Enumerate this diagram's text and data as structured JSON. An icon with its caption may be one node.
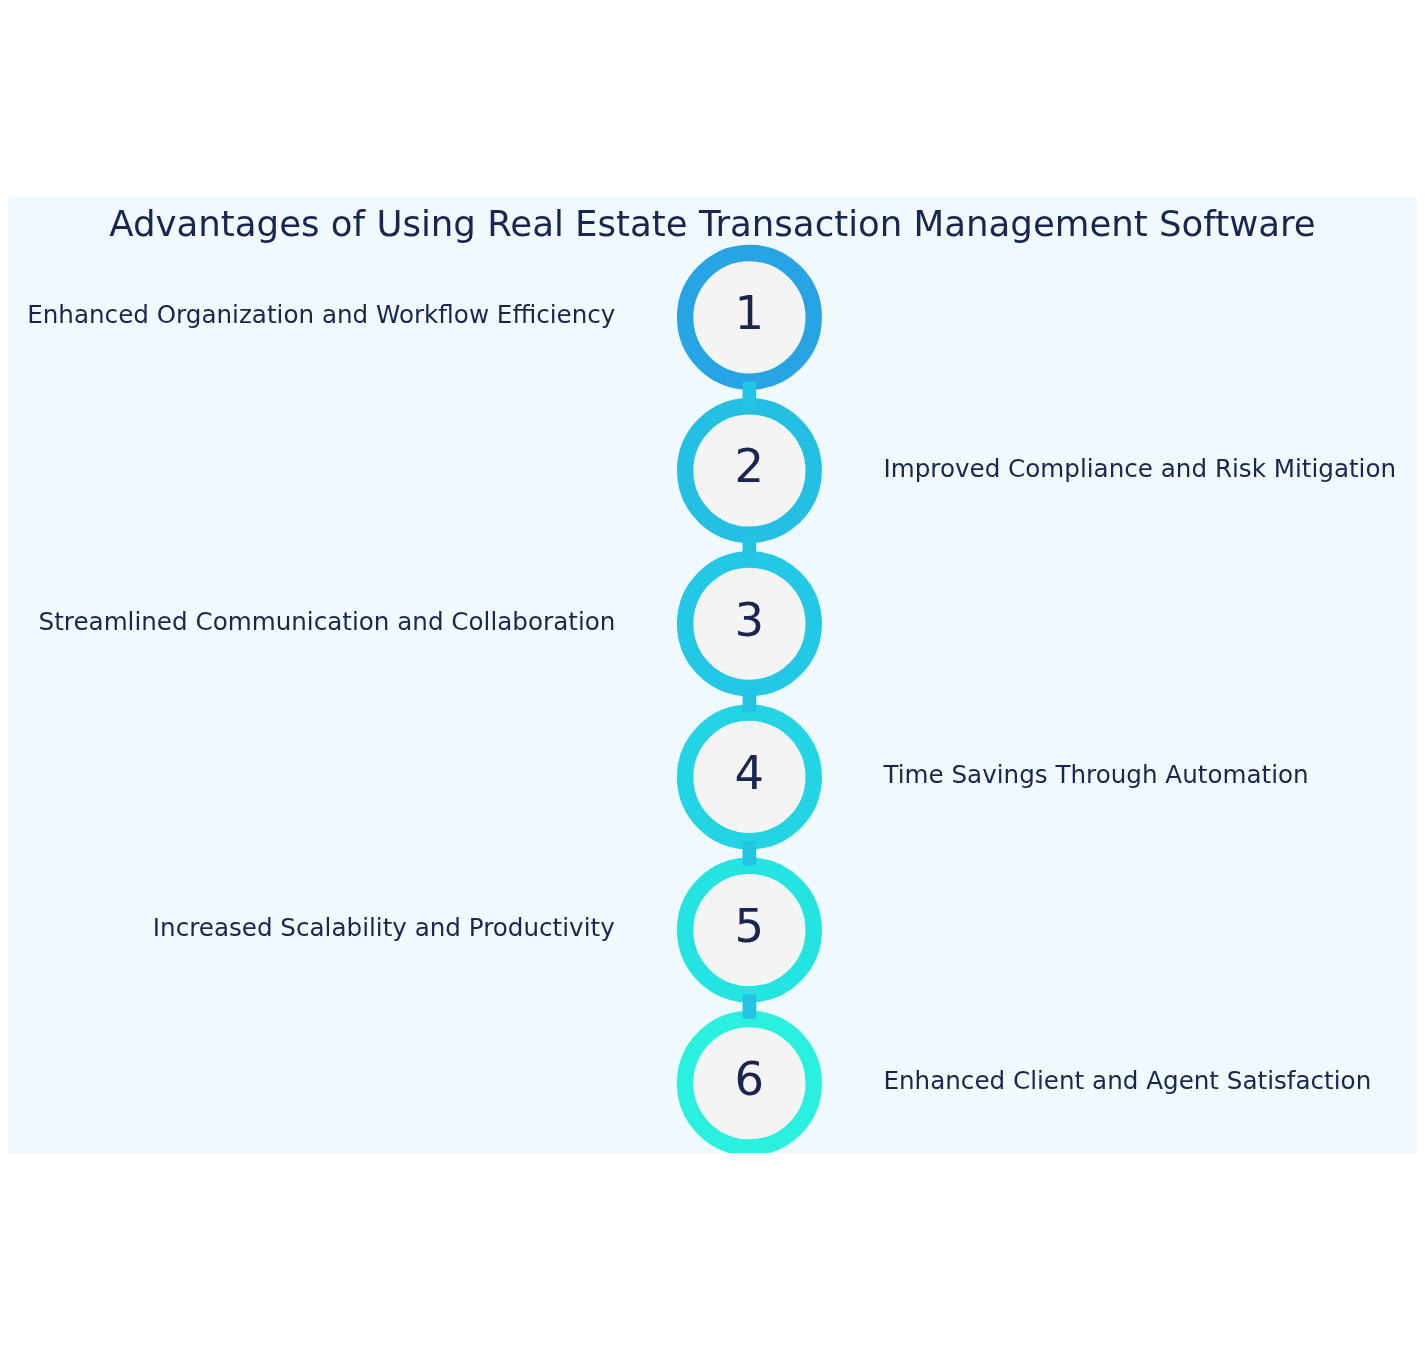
{
  "diagram": {
    "title": "Advantages of Using Real Estate Transaction Management Software",
    "nodes": [
      {
        "text": [
          "1"
        ],
        "beside": [
          "Enhanced Organization and Workflow Efficiency"
        ]
      },
      {
        "text": [
          "2"
        ],
        "beside": [
          "Improved Compliance and Risk Mitigation"
        ]
      },
      {
        "text": [
          "3"
        ],
        "beside": [
          "Streamlined Communication and Collaboration"
        ]
      },
      {
        "text": [
          "4"
        ],
        "beside": [
          "Time Savings Through Automation"
        ]
      },
      {
        "text": [
          "5"
        ],
        "beside": [
          "Increased Scalability and Productivity"
        ]
      },
      {
        "text": [
          "6"
        ],
        "beside": [
          "Enhanced Client and Agent Satisfaction"
        ]
      }
    ],
    "edges": [
      {
        "from": 0,
        "to": 1,
        "arrow": "none"
      },
      {
        "from": 1,
        "to": 2,
        "arrow": "none"
      },
      {
        "from": 2,
        "to": 3,
        "arrow": "none"
      },
      {
        "from": 3,
        "to": 4,
        "arrow": "none"
      },
      {
        "from": 4,
        "to": 5,
        "arrow": "none"
      }
    ]
  }
}
